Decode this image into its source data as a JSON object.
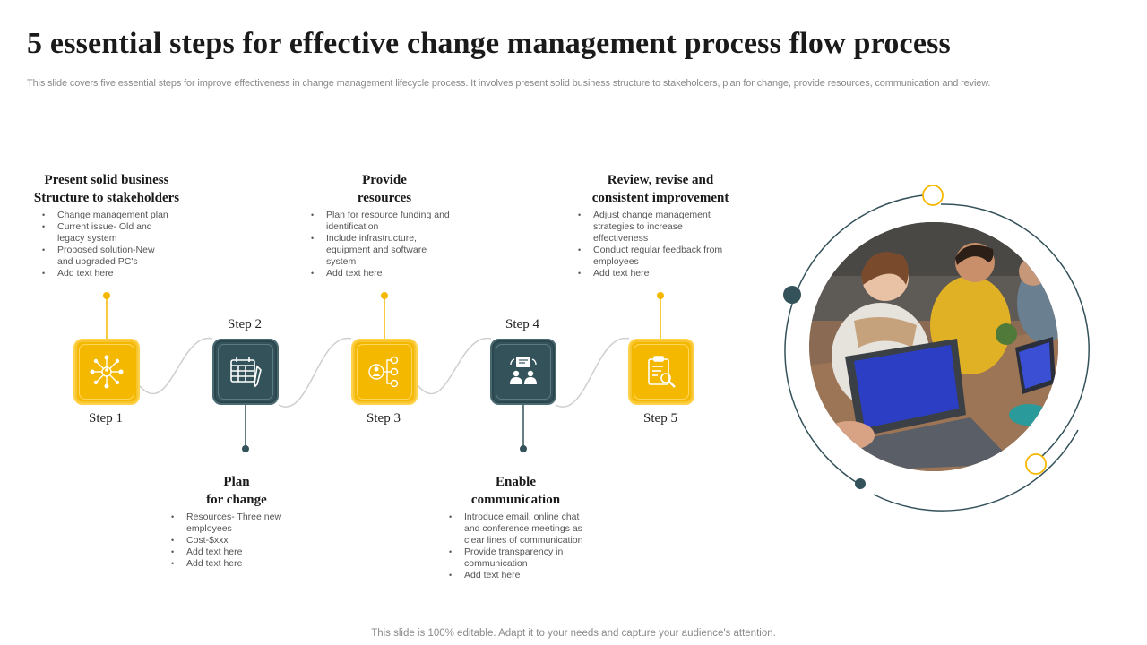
{
  "title": "5 essential steps for effective change management process flow process",
  "subtitle": "This slide covers five  essential steps for improve effectiveness in change management lifecycle process. It involves  present solid business structure to stakeholders, plan for change, provide resources, communication and review.",
  "footer": "This slide is 100% editable. Adapt it to your needs and capture your audience's attention.",
  "colors": {
    "yellow": "#f5b800",
    "dark_teal": "#34525a",
    "connector": "#c8c8c8"
  },
  "steps": [
    {
      "label": "Step 1",
      "icon": "network-people-icon",
      "heading_line1": "Present solid business",
      "heading_line2": "Structure  to stakeholders",
      "bullets": [
        "Change management plan",
        "Current issue- Old and",
        "legacy system",
        "Proposed solution-New",
        "and upgraded PC's",
        "Add text here"
      ]
    },
    {
      "label": "Step 2",
      "icon": "calendar-pen-icon",
      "heading_line1": "Plan",
      "heading_line2": "for change",
      "bullets": [
        "Resources- Three new",
        "employees",
        "Cost-$xxx",
        "Add text here",
        "Add text here"
      ]
    },
    {
      "label": "Step 3",
      "icon": "person-hierarchy-icon",
      "heading_line1": "Provide",
      "heading_line2": "resources",
      "bullets": [
        "Plan  for resource funding and",
        "identification",
        "Include infrastructure,",
        "equipment and software",
        "system",
        "Add text here"
      ]
    },
    {
      "label": "Step 4",
      "icon": "team-presentation-icon",
      "heading_line1": "Enable",
      "heading_line2": "communication",
      "bullets": [
        "Introduce email, online chat",
        "and conference meetings as",
        "clear lines of communication",
        "Provide transparency in",
        "communication",
        "Add text here"
      ]
    },
    {
      "label": "Step 5",
      "icon": "clipboard-search-icon",
      "heading_line1": "Review, revise and",
      "heading_line2": "consistent improvement",
      "bullets": [
        "Adjust change management",
        "strategies to increase",
        "effectiveness",
        "Conduct regular feedback from",
        "employees",
        "Add text here"
      ]
    }
  ],
  "photo": {
    "description_icon": "team-meeting-photo"
  }
}
